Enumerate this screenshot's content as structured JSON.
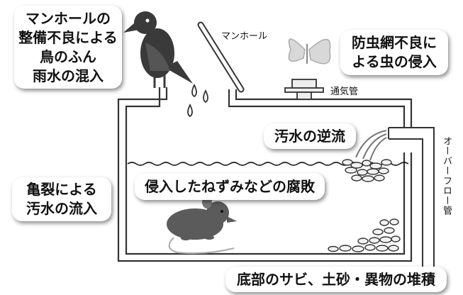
{
  "callouts": {
    "manhole_bird": [
      "マンホールの",
      "整備不良による",
      "鳥のふん",
      "雨水の混入"
    ],
    "insect_net": [
      "防虫網不良に",
      "よる虫の侵入"
    ],
    "backflow": "汚水の逆流",
    "cracks": [
      "亀裂による",
      "汚水の流入"
    ],
    "rodent": "侵入したねずみなどの腐敗",
    "sediment": "底部のサビ、土砂・異物の堆積"
  },
  "labels": {
    "manhole": "マンホール",
    "vent_pipe": "通気管",
    "overflow_pipe": "オーバーフロー管"
  }
}
